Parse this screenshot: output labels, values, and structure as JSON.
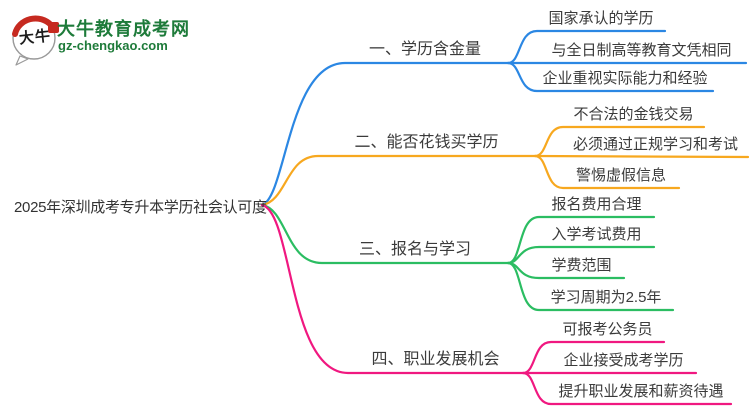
{
  "brand": {
    "logo_text": "大牛",
    "site_name": "大牛教育成考网",
    "site_url": "gz-chengkao.com",
    "brand_green": "#1e7b3a",
    "logo_red": "#c62a20"
  },
  "central_topic": "2025年深圳成考专升本学历社会认可度",
  "branches": [
    {
      "label": "一、学历含金量",
      "color": "#2b87e3",
      "children": [
        {
          "label": "国家承认的学历"
        },
        {
          "label": "与全日制高等教育文凭相同"
        },
        {
          "label": "企业重视实际能力和经验"
        }
      ]
    },
    {
      "label": "二、能否花钱买学历",
      "color": "#f7a81f",
      "children": [
        {
          "label": "不合法的金钱交易"
        },
        {
          "label": "必须通过正规学习和考试"
        },
        {
          "label": "警惕虚假信息"
        }
      ]
    },
    {
      "label": "三、报名与学习",
      "color": "#2bbd62",
      "children": [
        {
          "label": "报名费用合理"
        },
        {
          "label": "入学考试费用"
        },
        {
          "label": "学费范围"
        },
        {
          "label": "学习周期为2.5年"
        }
      ]
    },
    {
      "label": "四、职业发展机会",
      "color": "#f01880",
      "children": [
        {
          "label": "可报考公务员"
        },
        {
          "label": "企业接受成考学历"
        },
        {
          "label": "提升职业发展和薪资待遇"
        }
      ]
    }
  ]
}
